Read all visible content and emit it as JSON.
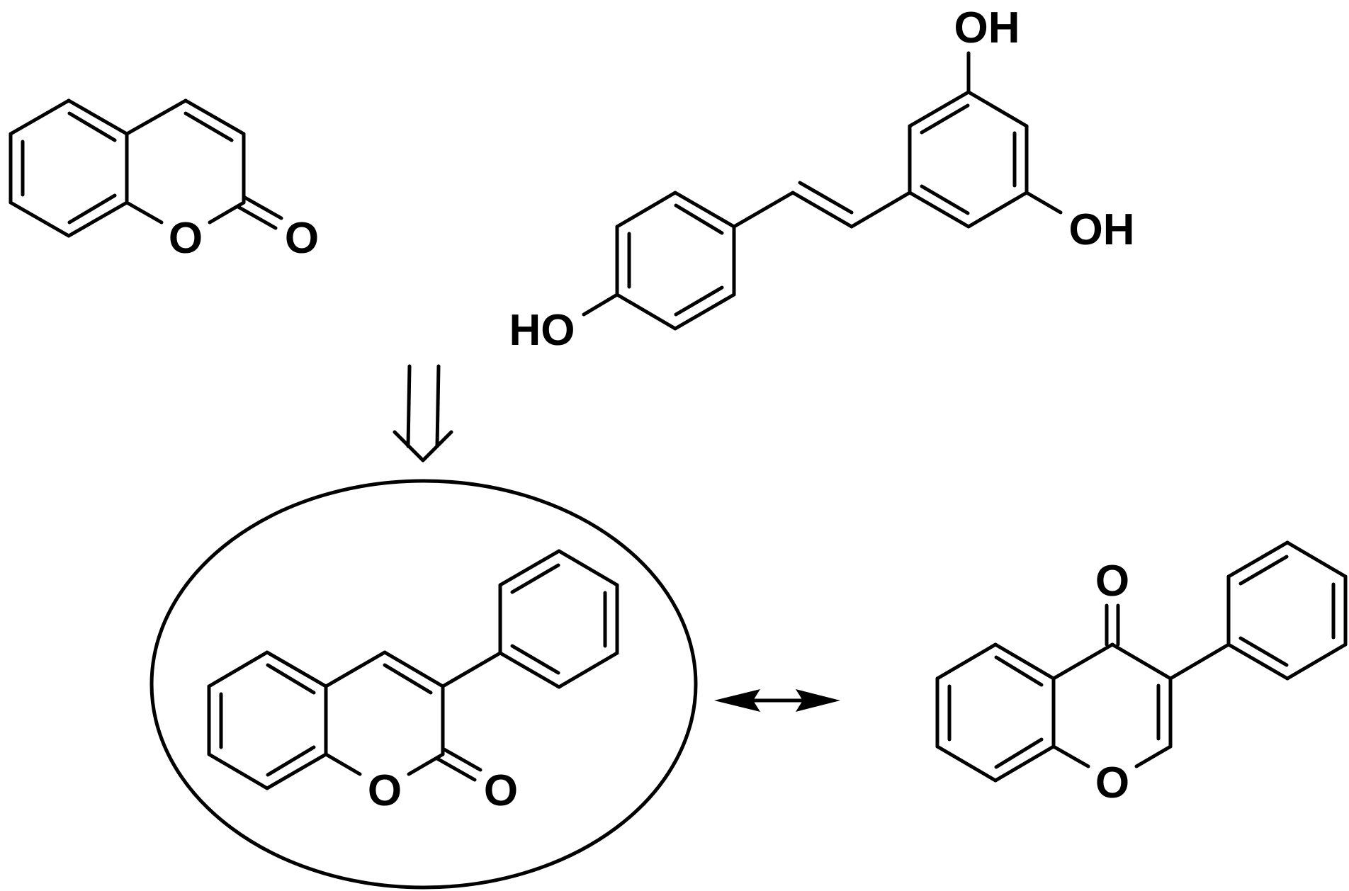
{
  "figure": {
    "molecules": {
      "coumarin": {
        "ring_oxygen": "O",
        "carbonyl_oxygen": "O"
      },
      "resveratrol": {
        "top_hydroxyl": "OH",
        "right_hydroxyl": "OH",
        "left_hydroxyl": "HO"
      },
      "phenylcoumarin": {
        "ring_oxygen": "O",
        "carbonyl_oxygen": "O"
      },
      "isoflavone": {
        "carbonyl_oxygen": "O",
        "ring_oxygen": "O"
      }
    },
    "colors": {
      "ink": "#000000",
      "background": "#ffffff"
    },
    "arrows": {
      "retrosynthetic": "down open double arrow",
      "relationship": "two-headed arrow"
    },
    "highlight": "ellipse"
  }
}
